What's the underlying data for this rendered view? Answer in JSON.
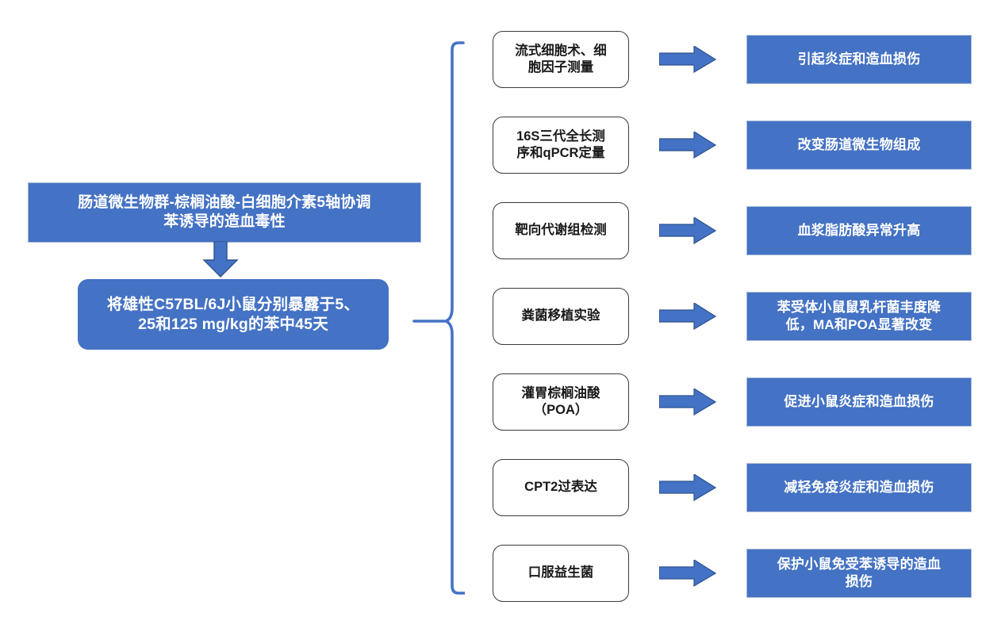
{
  "diagram": {
    "type": "flowchart",
    "title_box": {
      "text": "肠道微生物群-棕榈油酸-白细胞介素5轴协调\n苯诱导的造血毒性"
    },
    "exposure_box": {
      "text": "将雄性C57BL/6J小鼠分别暴露于5、\n25和125 mg/kg的苯中45天"
    },
    "connector_down": "down-arrow-icon",
    "brace": "curly-brace-connector",
    "rows": [
      {
        "method": "流式细胞术、细\n胞因子测量",
        "arrow": "right-arrow-icon",
        "result": "引起炎症和造血损伤"
      },
      {
        "method": "16S三代全长测\n序和qPCR定量",
        "arrow": "right-arrow-icon",
        "result": "改变肠道微生物组成"
      },
      {
        "method": "靶向代谢组检测",
        "arrow": "right-arrow-icon",
        "result": "血浆脂肪酸异常升高"
      },
      {
        "method": "粪菌移植实验",
        "arrow": "right-arrow-icon",
        "result": "苯受体小鼠鼠乳杆菌丰度降\n低，MA和POA显著改变"
      },
      {
        "method": "灌胃棕榈油酸\n（POA）",
        "arrow": "right-arrow-icon",
        "result": "促进小鼠炎症和造血损伤"
      },
      {
        "method": "CPT2过表达",
        "arrow": "right-arrow-icon",
        "result": "减轻免疫炎症和造血损伤"
      },
      {
        "method": "口服益生菌",
        "arrow": "right-arrow-icon",
        "result": "保护小鼠免受苯诱导的造血\n损伤"
      }
    ]
  },
  "colors": {
    "accent_blue": "#4472C4",
    "arrow_blue": "#4472C4",
    "arrow_stroke": "#2F528F",
    "brace_blue": "#4472C4",
    "box_border": "#3A3A3A",
    "text_on_blue": "#FFFFFF",
    "text_dark": "#1A1A1A",
    "background": "#FFFFFF"
  }
}
